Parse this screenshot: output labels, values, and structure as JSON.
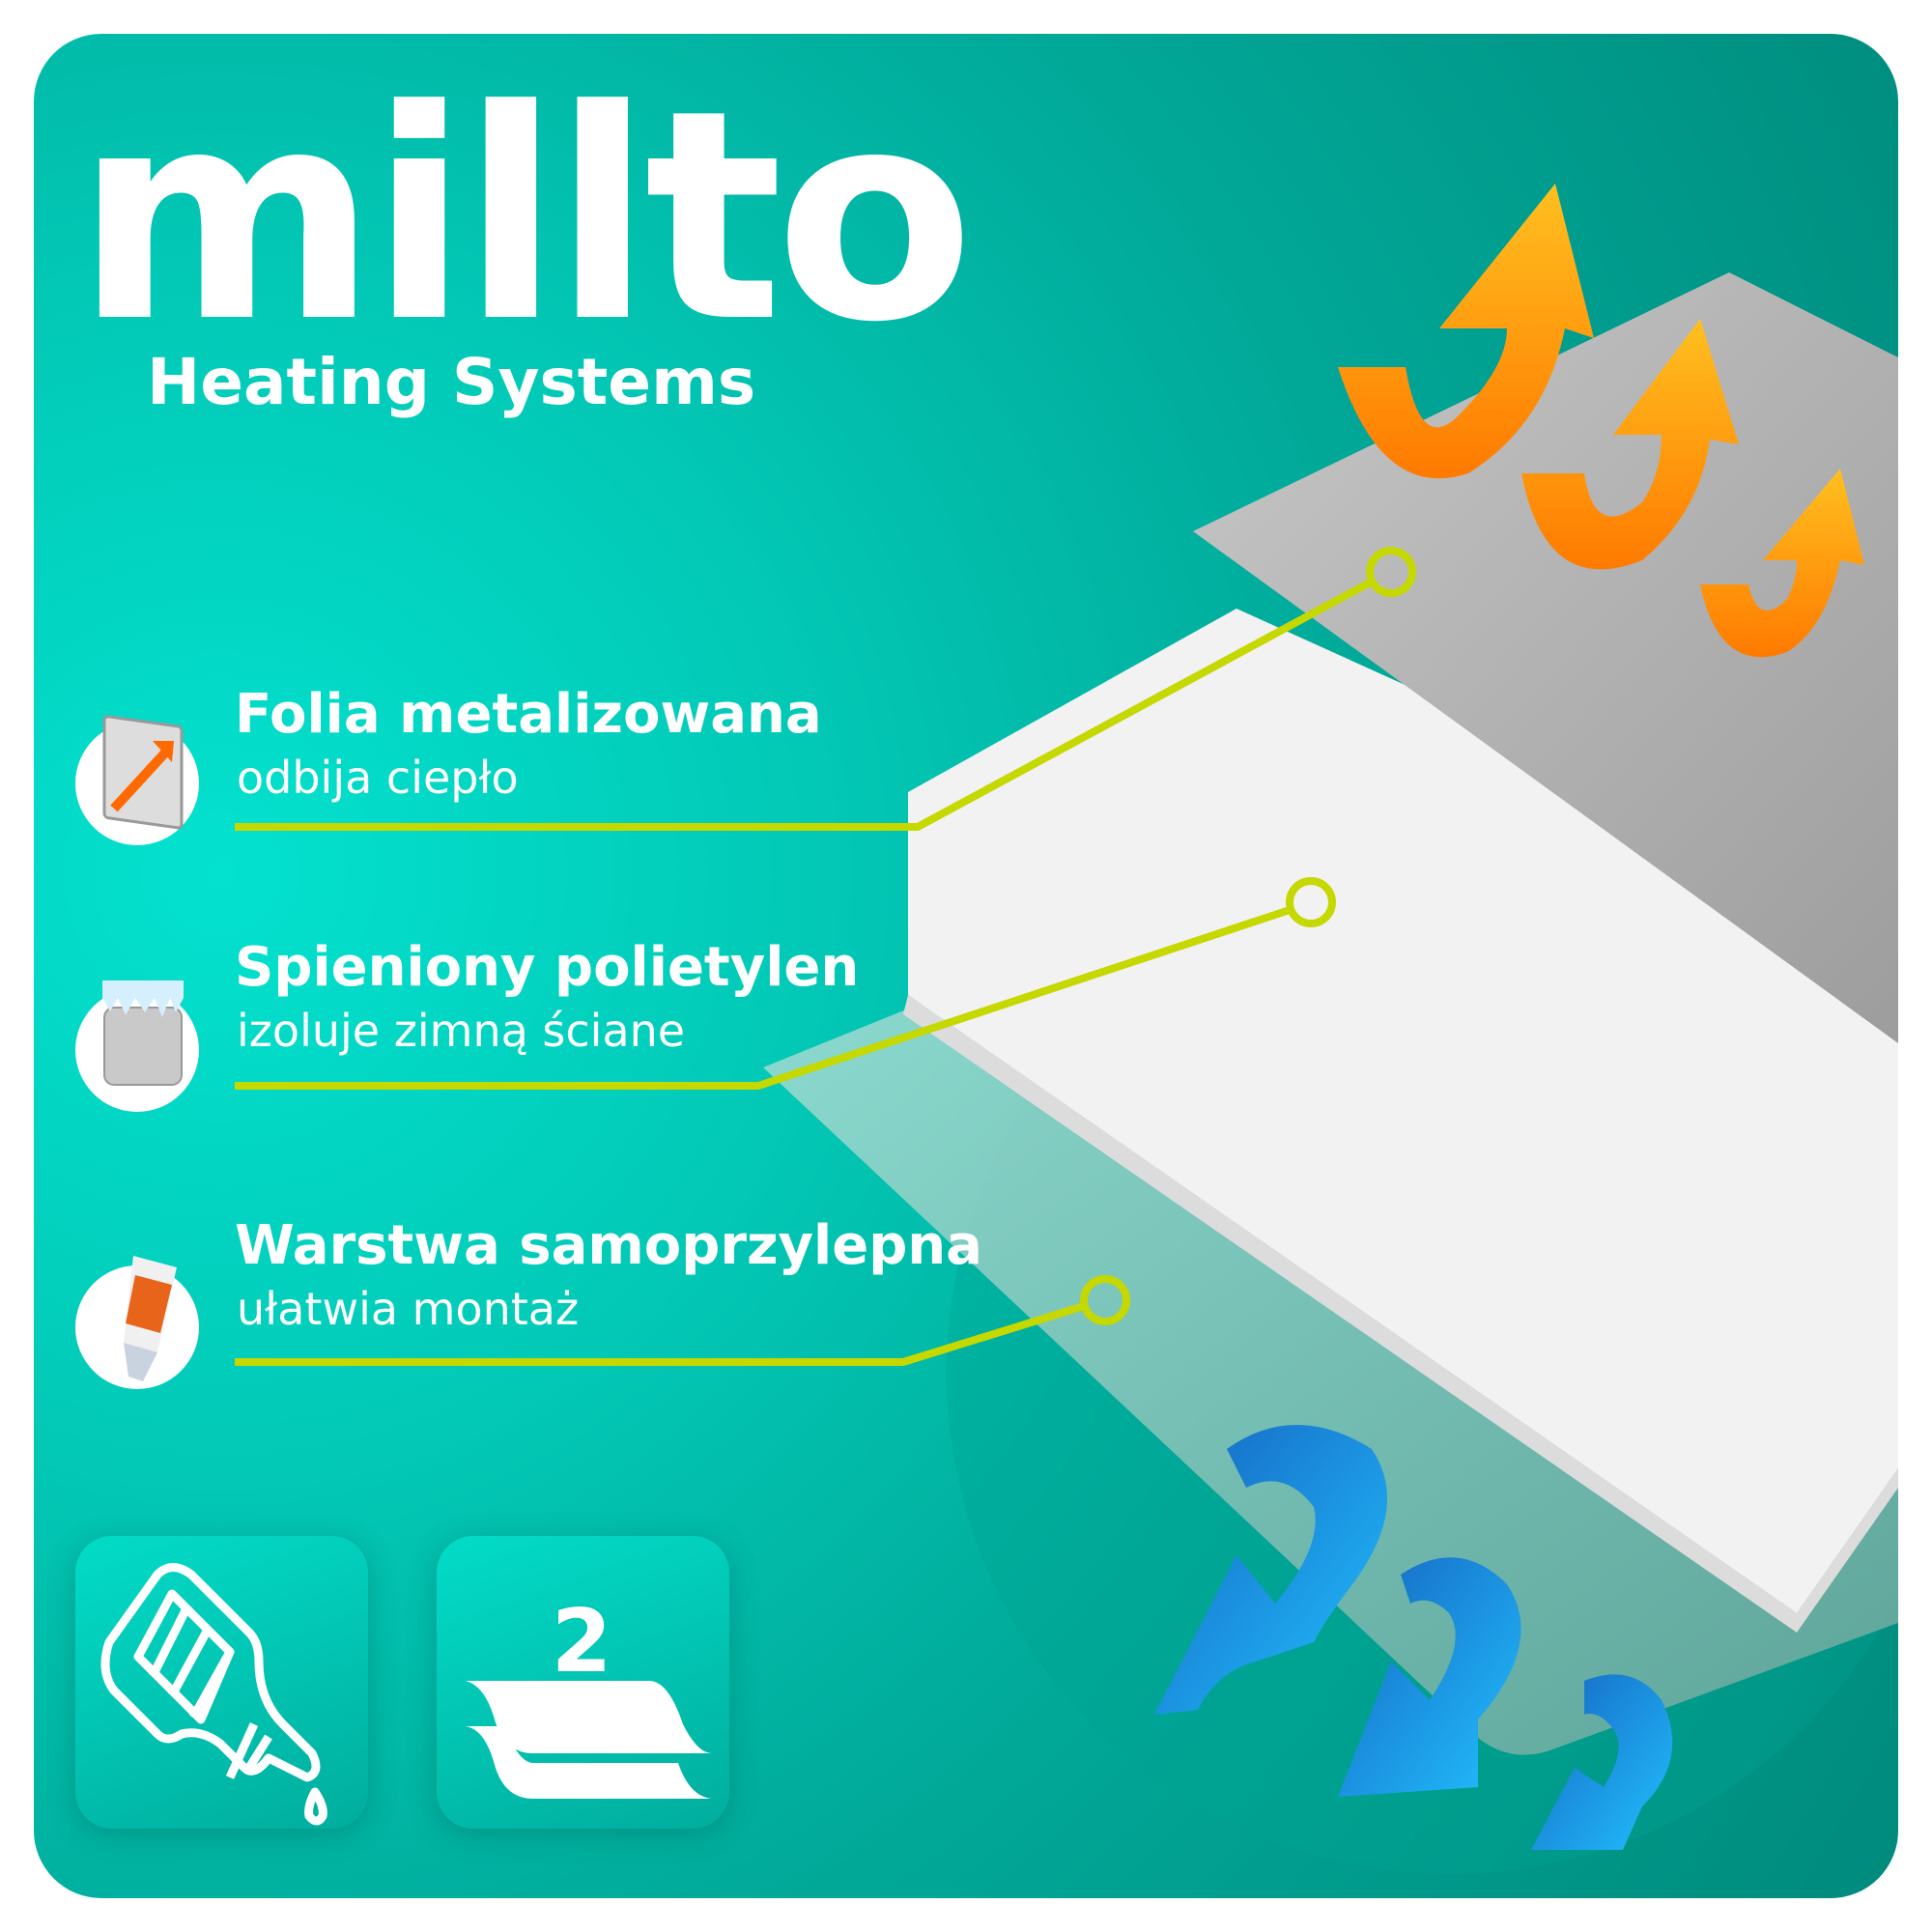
{
  "brand": {
    "logo": "millto",
    "tagline": "Heating Systems"
  },
  "features": [
    {
      "title": "Folia metalizowana",
      "subtitle": "odbija ciepło",
      "icon": "reflective-foil-icon"
    },
    {
      "title": "Spieniony polietylen",
      "subtitle": "izoluje zimną ściane",
      "icon": "frozen-cube-icon"
    },
    {
      "title": "Warstwa samoprzylepna",
      "subtitle": "ułatwia montaż",
      "icon": "glue-tube-icon"
    }
  ],
  "tiles": [
    {
      "icon": "glue-bottle-icon"
    },
    {
      "icon": "two-layers-icon",
      "number": "2"
    }
  ],
  "colors": {
    "accent_line": "#c5d800",
    "heat_arrow": "#ff9a10",
    "cold_arrow": "#1eb0f0",
    "background": "#01b8a6"
  }
}
